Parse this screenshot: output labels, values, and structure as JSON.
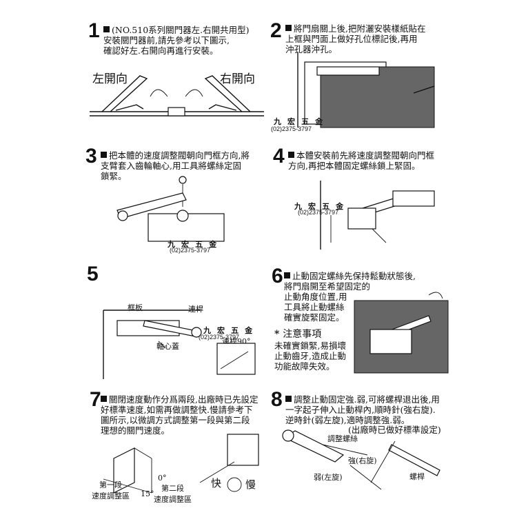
{
  "steps": [
    {
      "num": "1",
      "text": "(NO.510系列關門器左.右開共用型)\n安裝關門器前,請先參考以下圖示,\n確認好左.右開向再進行安裝。"
    },
    {
      "num": "2",
      "text": "將門扇關上後,把附灑安裝樣紙貼在\n上框與門面上做好孔位標記後,再用\n沖孔器沖孔。"
    },
    {
      "num": "3",
      "text": "把本體的速度調整閥朝向門框方向,將\n支臂套入齒輪軸心,用工具將螺絲定固\n鎖緊。"
    },
    {
      "num": "4",
      "text": "本體安裝前先將速度調整閥朝向門框\n方向,再把本體固定螺絲鎖上緊固。"
    },
    {
      "num": "5",
      "text": ""
    },
    {
      "num": "6",
      "text": "止動固定螺絲先保持鬆動狀態後,\n將門扇開至希望固定的\n止動角度位置,用\n工具將止動螺絲\n確實旋緊固定。"
    },
    {
      "num": "7",
      "text": "關閉速度動作分爲兩段,出廠時已先設定\n好標準速度,如需再做調整快.慢請參考下\n圖所示,以微調方式調整第一段與第二段\n理想的關門速度。"
    },
    {
      "num": "8",
      "text": "調整止動固定強.弱,可將螺桿退出後,用\n一字起子伸入止動桿內,順時針(強右旋).\n逆時針(弱左旋),適時調整強.弱。"
    }
  ],
  "step1_labels": {
    "left": "左開向",
    "right": "右開向"
  },
  "brand": {
    "name": "九 宏 五 金",
    "phone": "(02)2375-3797"
  },
  "step5_labels": {
    "frame": "框板",
    "rod": "連桿",
    "axis": "軸心蓋",
    "angle": "連桿90°"
  },
  "step6_note": {
    "title": "注意事項",
    "body": "未確實鎖緊,易損壞\n止動齒牙,造成止動\n功能故障失效。"
  },
  "step7_labels": {
    "first": "第一段\n速度調整區",
    "second": "第二段\n速度調整區",
    "deg0": "0°",
    "deg15": "15°",
    "fast": "快",
    "slow": "慢"
  },
  "step8_labels": {
    "factory": "(出廠時已做好標準設定)",
    "screw": "調整螺絲",
    "strong": "強(右旋)",
    "weak": "弱(左旋)",
    "rod": "螺桿"
  },
  "icons": [
    "bullet-square-icon",
    "asterisk-icon"
  ]
}
